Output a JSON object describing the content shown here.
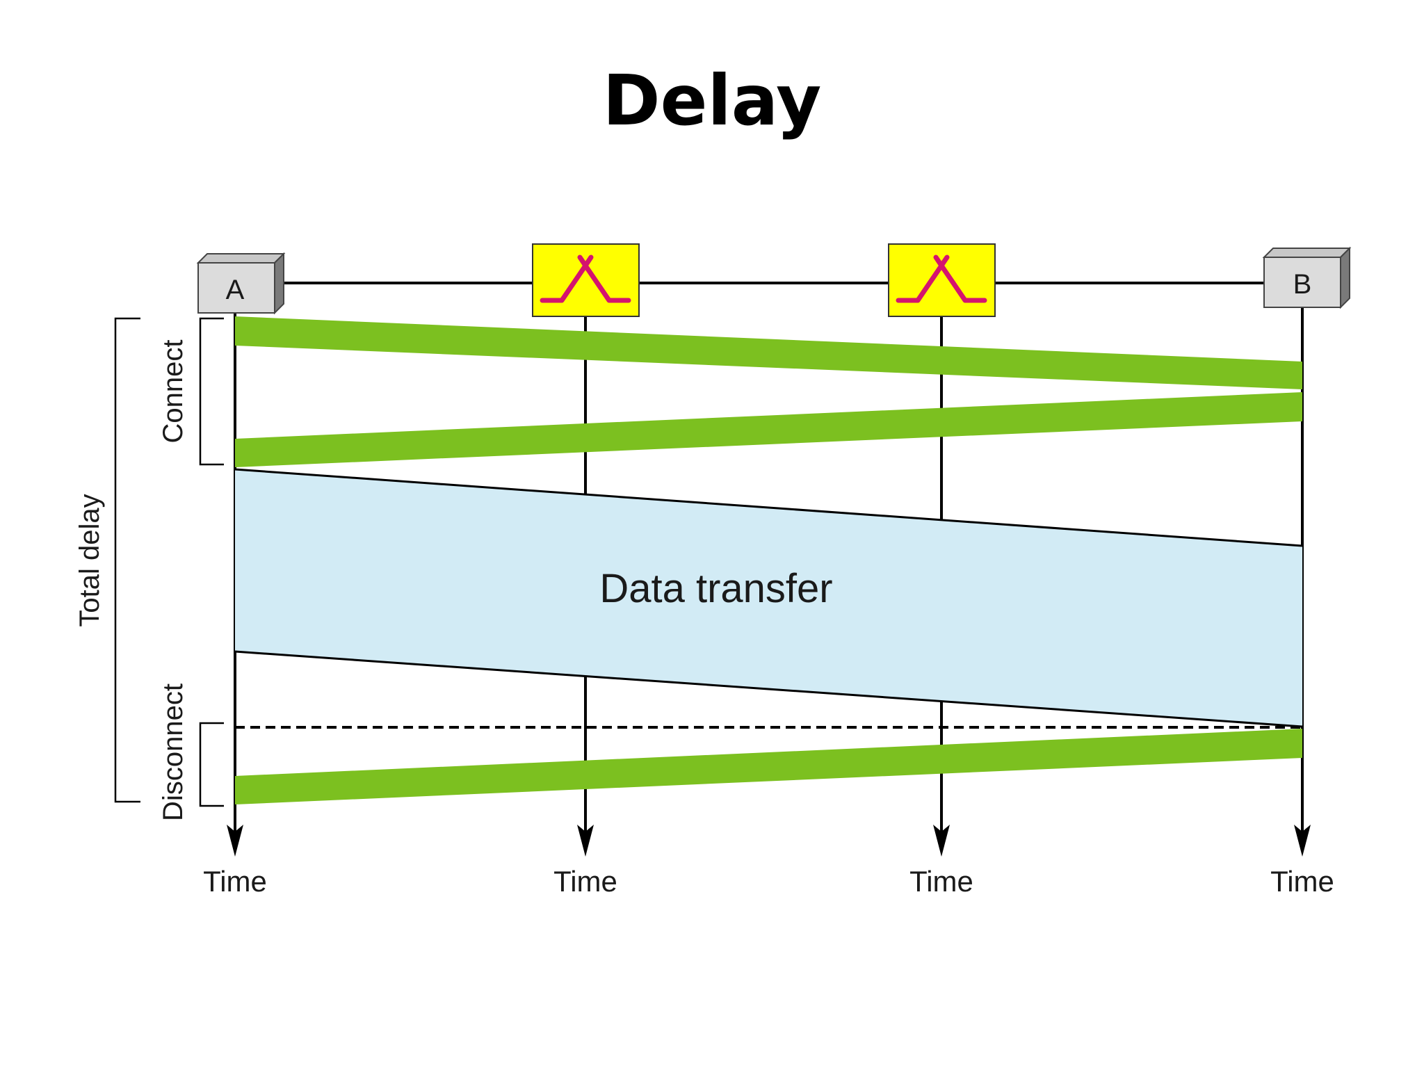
{
  "title": "Delay",
  "nodes": {
    "a_label": "A",
    "b_label": "B"
  },
  "center_label": "Data transfer",
  "side_labels": {
    "connect": "Connect",
    "disconnect": "Disconnect",
    "total_delay": "Total delay"
  },
  "time_labels": [
    "Time",
    "Time",
    "Time",
    "Time"
  ],
  "colors": {
    "signal_band": "#7cc020",
    "data_band": "#d2ebf5",
    "switch_box": "#ffff00",
    "switch_icon": "#d4146e",
    "node_box": "#dcdcdc"
  },
  "icons": {
    "node": "terminal-box-icon",
    "switch": "switch-icon",
    "time_arrow": "arrow-down-icon"
  }
}
